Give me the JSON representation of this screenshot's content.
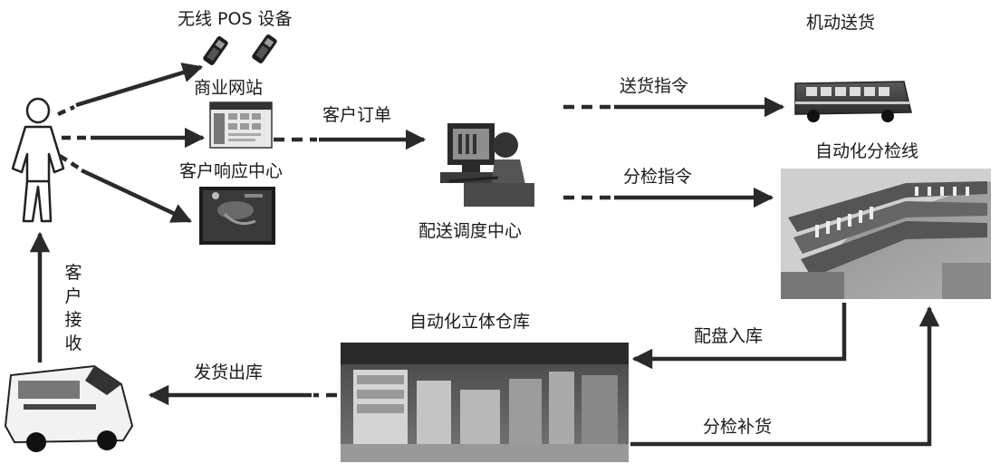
{
  "nodes": {
    "pos": "无线 POS 设备",
    "website": "商业网站",
    "call_center": "客户响应中心",
    "dispatch": "配送调度中心",
    "delivery": "机动送货",
    "sorting": "自动化分检线",
    "warehouse": "自动化立体仓库"
  },
  "edges": {
    "order": "客户订单",
    "delivery_cmd": "送货指令",
    "sorting_cmd": "分检指令",
    "inbound": "配盘入库",
    "replenish": "分检补货",
    "outbound": "发货出库",
    "receive": "客户接收"
  }
}
